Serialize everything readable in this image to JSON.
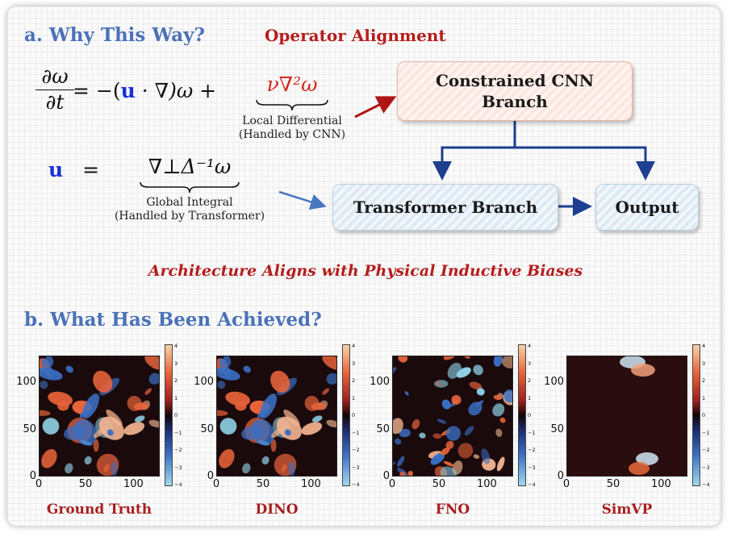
{
  "section_a": {
    "title": "a. Why This Way?",
    "subtitle": "Operator Alignment",
    "eq1": {
      "lhs_num": "∂ω",
      "lhs_den": "∂t",
      "rhs_main": "= −(",
      "u": "u",
      "rhs_mid": " · ∇)ω +",
      "term": "ν∇²ω",
      "note_line1": "Local Differential",
      "note_line2": "(Handled by CNN)"
    },
    "eq2": {
      "u": "u",
      "eq": "=",
      "term": "∇⊥Δ⁻¹ω",
      "note_line1": "Global Integral",
      "note_line2": "(Handled by Transformer)"
    },
    "boxes": {
      "cnn_line1": "Constrained CNN",
      "cnn_line2": "Branch",
      "transformer": "Transformer Branch",
      "output": "Output"
    },
    "banner": "Architecture Aligns with Physical Inductive Biases"
  },
  "section_b": {
    "title": "b. What Has Been Achieved?",
    "axis_ticks_x": [
      "0",
      "50",
      "100"
    ],
    "axis_ticks_y": [
      "0",
      "50",
      "100"
    ],
    "colorbar_ticks": [
      "4",
      "3",
      "2",
      "1",
      "0",
      "−1",
      "−2",
      "−3",
      "−4"
    ],
    "colors": {
      "pos": "#e8633a",
      "neg": "#3a6fc4",
      "zero": "#1a0a0c"
    },
    "panels": [
      {
        "label": "Ground Truth"
      },
      {
        "label": "DINO"
      },
      {
        "label": "FNO"
      },
      {
        "label": "SimVP"
      }
    ]
  }
}
